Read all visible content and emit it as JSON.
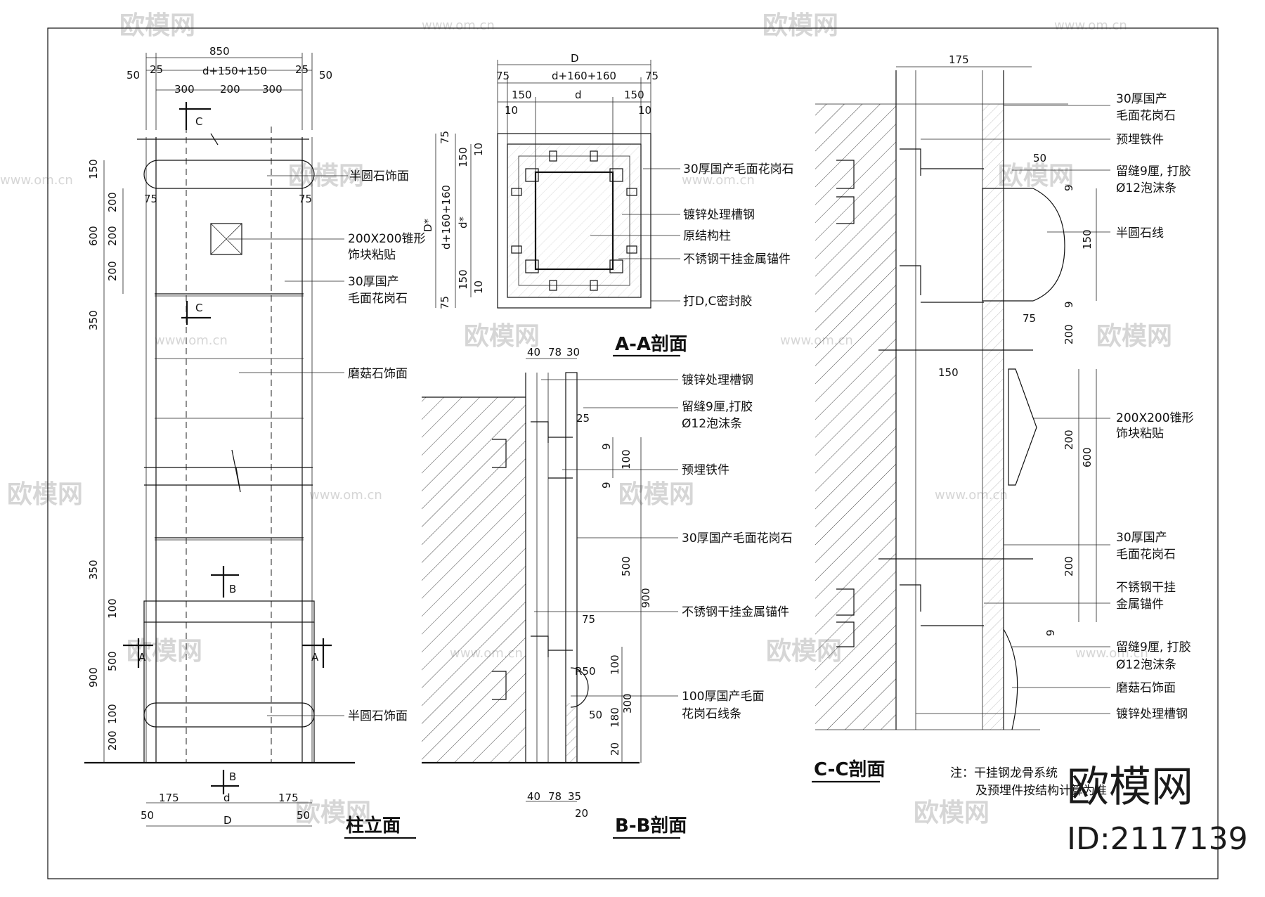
{
  "watermark": {
    "brand": "欧模网",
    "url": "www.om.cn"
  },
  "elevation": {
    "title": "柱立面",
    "dims_top": [
      "850",
      "25",
      "d+150+150",
      "25",
      "50",
      "50",
      "300",
      "200",
      "300"
    ],
    "dims_left": [
      "150",
      "200",
      "600",
      "200",
      "200",
      "350",
      "350",
      "100",
      "900",
      "500",
      "100",
      "200"
    ],
    "dims_side": [
      "75",
      "75"
    ],
    "dims_bottom": [
      "175",
      "d",
      "175",
      "50",
      "D",
      "50"
    ],
    "section_marks": [
      "C",
      "C",
      "B",
      "B",
      "A",
      "A"
    ],
    "labels": [
      "半圆石饰面",
      "200X200锥形",
      "饰块粘贴",
      "30厚国产",
      "毛面花岗石",
      "磨菇石饰面",
      "半圆石饰面"
    ]
  },
  "section_aa": {
    "title": "A-A剖面",
    "dims_top": [
      "D",
      "75",
      "d+160+160",
      "75",
      "150",
      "d",
      "150",
      "10",
      "10"
    ],
    "dims_left": [
      "75",
      "150",
      "10",
      "D*",
      "d+160+160",
      "d*",
      "150",
      "10",
      "75"
    ],
    "labels": [
      "30厚国产毛面花岗石",
      "镀锌处理槽钢",
      "原结构柱",
      "不锈钢干挂金属锚件",
      "打D,C密封胶"
    ]
  },
  "section_bb": {
    "title": "B-B剖面",
    "dims_top": [
      "40",
      "78",
      "30"
    ],
    "dims": [
      "25",
      "9",
      "100",
      "9",
      "500",
      "900",
      "75",
      "100",
      "R50",
      "50",
      "180",
      "300",
      "20"
    ],
    "dims_bottom": [
      "40",
      "78",
      "35",
      "20"
    ],
    "labels": [
      "镀锌处理槽钢",
      "留缝9厘,打胶",
      "Ø12泡沫条",
      "预埋铁件",
      "30厚国产毛面花岗石",
      "不锈钢干挂金属锚件",
      "100厚国产毛面",
      "花岗石线条"
    ]
  },
  "section_cc": {
    "title": "C-C剖面",
    "dims": [
      "175",
      "50",
      "9",
      "150",
      "9",
      "75",
      "200",
      "150",
      "200",
      "600",
      "200",
      "9"
    ],
    "labels": [
      "30厚国产",
      "毛面花岗石",
      "预埋铁件",
      "留缝9厘, 打胶",
      "Ø12泡沫条",
      "半圆石线",
      "200X200锥形",
      "饰块粘贴",
      "30厚国产",
      "毛面花岗石",
      "不锈钢干挂",
      "金属锚件",
      "留缝9厘, 打胶",
      "Ø12泡沫条",
      "磨菇石饰面",
      "镀锌处理槽钢"
    ],
    "note": [
      "注：干挂钢龙骨系统",
      "及预埋件按结构计算为准"
    ]
  },
  "corner": {
    "brand": "欧模网",
    "id": "ID:2117139"
  }
}
